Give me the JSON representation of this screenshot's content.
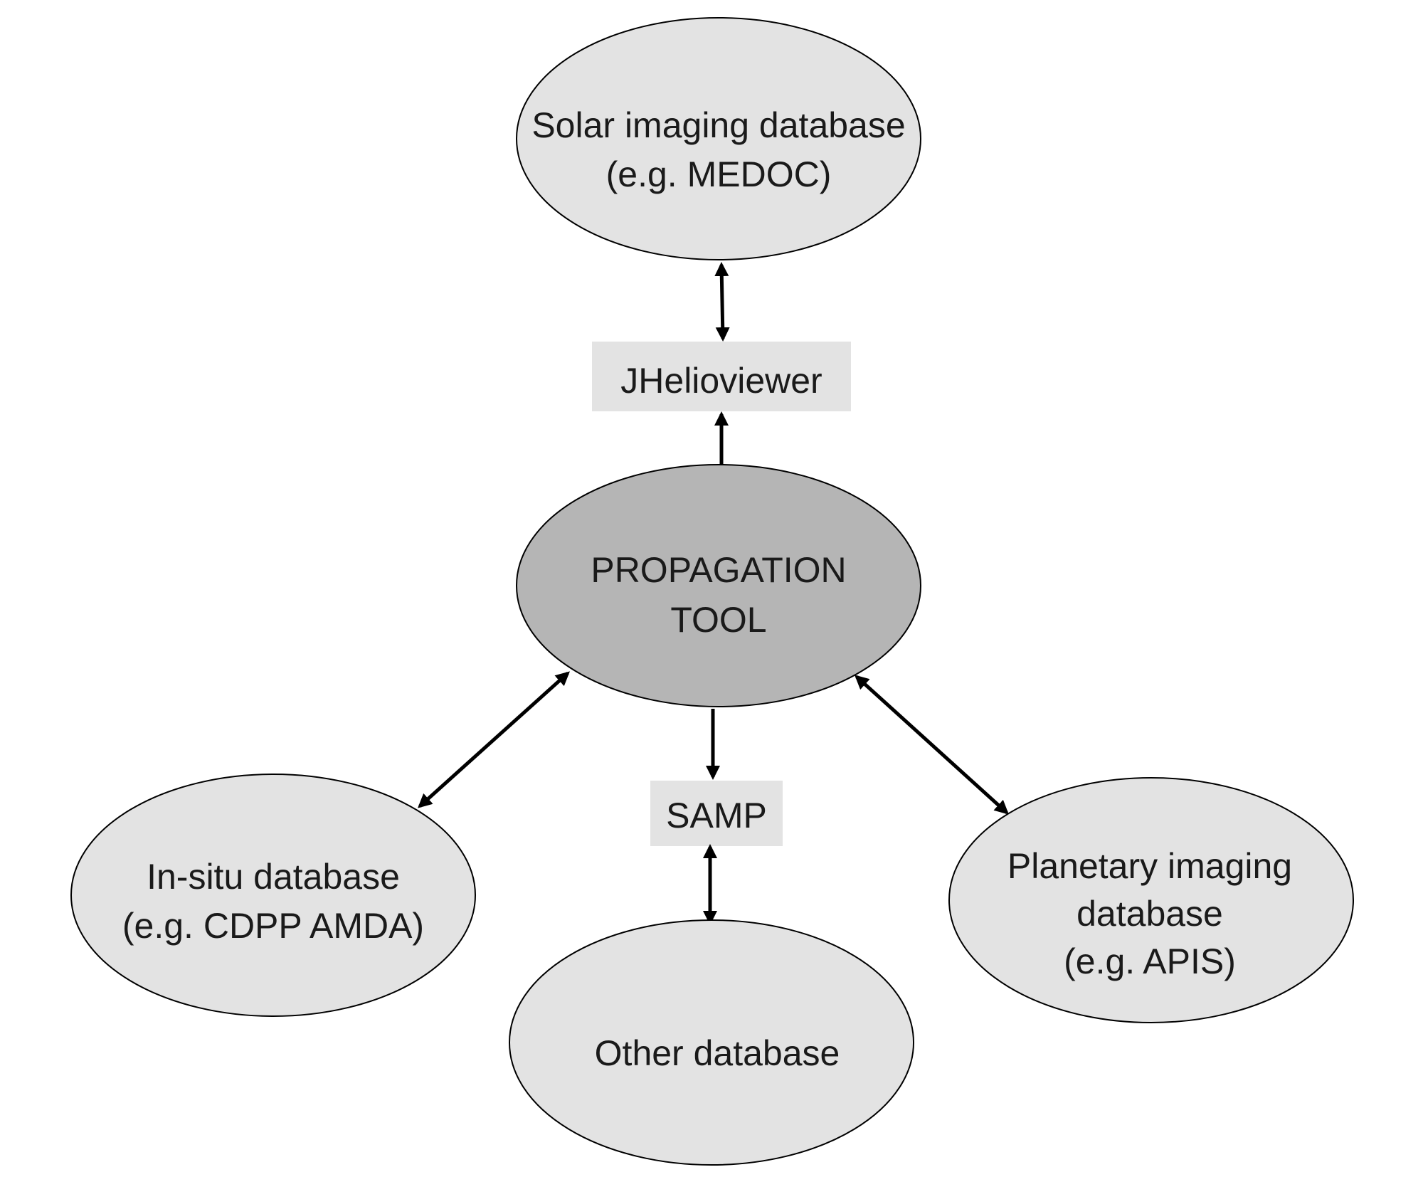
{
  "colors": {
    "ellipse_fill": "#e3e3e3",
    "central_fill": "#b5b5b5",
    "box_fill": "#e3e3e3",
    "outline": "#000000",
    "text": "#1a1a1a"
  },
  "nodes": {
    "solar": {
      "line1": "Solar imaging database",
      "line2": "(e.g. MEDOC)"
    },
    "propagation": {
      "line1": "PROPAGATION",
      "line2": "TOOL"
    },
    "insitu": {
      "line1": "In-situ database",
      "line2": "(e.g. CDPP AMDA)"
    },
    "other": {
      "line1": "Other database"
    },
    "planetary": {
      "line1": "Planetary imaging",
      "line2": "database",
      "line3": "(e.g. APIS)"
    }
  },
  "connectors": {
    "jhelioviewer": {
      "label": "JHelioviewer"
    },
    "samp": {
      "label": "SAMP"
    }
  }
}
